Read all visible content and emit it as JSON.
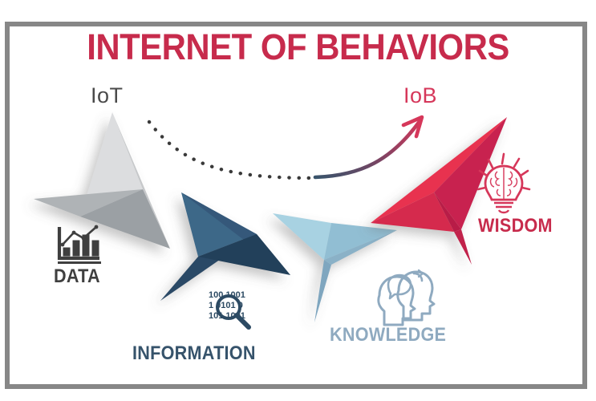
{
  "page": {
    "title": "INTERNET OF BEHAVIORS",
    "background_color": "#ffffff",
    "frame_color": "#878787",
    "title_color": "#C72B4C"
  },
  "endpoints": {
    "start": {
      "label": "IoT",
      "color": "#4a4a4a"
    },
    "end": {
      "label": "IoB",
      "color": "#D6375A"
    }
  },
  "stages": [
    {
      "label": "DATA",
      "label_color": "#3f3f3f",
      "arrow_color_light": "#D3D4D6",
      "arrow_color_dark": "#9FA4A8",
      "icon": "bar-chart-icon"
    },
    {
      "label": "INFORMATION",
      "label_color": "#36536B",
      "arrow_color_light": "#3C6584",
      "arrow_color_dark": "#2C4A63",
      "icon": "magnifier-binary-icon"
    },
    {
      "label": "KNOWLEDGE",
      "label_color": "#8FAAC0",
      "arrow_color_light": "#A3D0E0",
      "arrow_color_dark": "#84A7BF",
      "icon": "two-heads-icon"
    },
    {
      "label": "WISDOM",
      "label_color": "#C72B4C",
      "arrow_color_light": "#E8304F",
      "arrow_color_dark": "#BE2149",
      "icon": "brain-bulb-icon"
    }
  ],
  "connector": {
    "dotted_curve_color": "#3A3A3A",
    "solid_arrow_gradient_start": "#3C6584",
    "solid_arrow_gradient_end": "#D6375A"
  }
}
